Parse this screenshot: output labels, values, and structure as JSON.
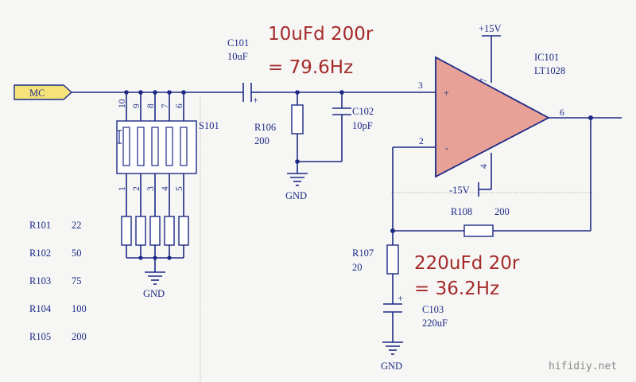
{
  "input_port": "MC",
  "switch": {
    "ref": "S101",
    "top_pins": [
      "10",
      "9",
      "8",
      "7",
      "6"
    ],
    "bottom_pins": [
      "1",
      "2",
      "3",
      "4",
      "5"
    ]
  },
  "c101": {
    "ref": "C101",
    "value": "10uF",
    "plus": "+"
  },
  "r106": {
    "ref": "R106",
    "value": "200"
  },
  "c102": {
    "ref": "C102",
    "value": "10pF"
  },
  "opamp": {
    "ref": "IC101",
    "part": "LT1028",
    "pin_noninv": "3",
    "pin_inv": "2",
    "pin_out": "6",
    "pin_vpos": "7",
    "pin_vneg": "4",
    "sign_plus": "+",
    "sign_minus": "-"
  },
  "supply": {
    "pos": "+15V",
    "neg": "-15V"
  },
  "r108": {
    "ref": "R108",
    "value": "200"
  },
  "r107": {
    "ref": "R107",
    "value": "20"
  },
  "c103": {
    "ref": "C103",
    "value": "220uF",
    "plus": "+"
  },
  "gnd_label": "GND",
  "resistor_table": [
    {
      "ref": "R101",
      "value": "22"
    },
    {
      "ref": "R102",
      "value": "50"
    },
    {
      "ref": "R103",
      "value": "75"
    },
    {
      "ref": "R104",
      "value": "100"
    },
    {
      "ref": "R105",
      "value": "200"
    }
  ],
  "annotations": {
    "input_line1": "10uFd 200r",
    "input_line2": "= 79.6Hz",
    "feedback_line1": "220uFd 20r",
    "feedback_line2": "= 36.2Hz"
  },
  "watermark": "hifidiy.net"
}
